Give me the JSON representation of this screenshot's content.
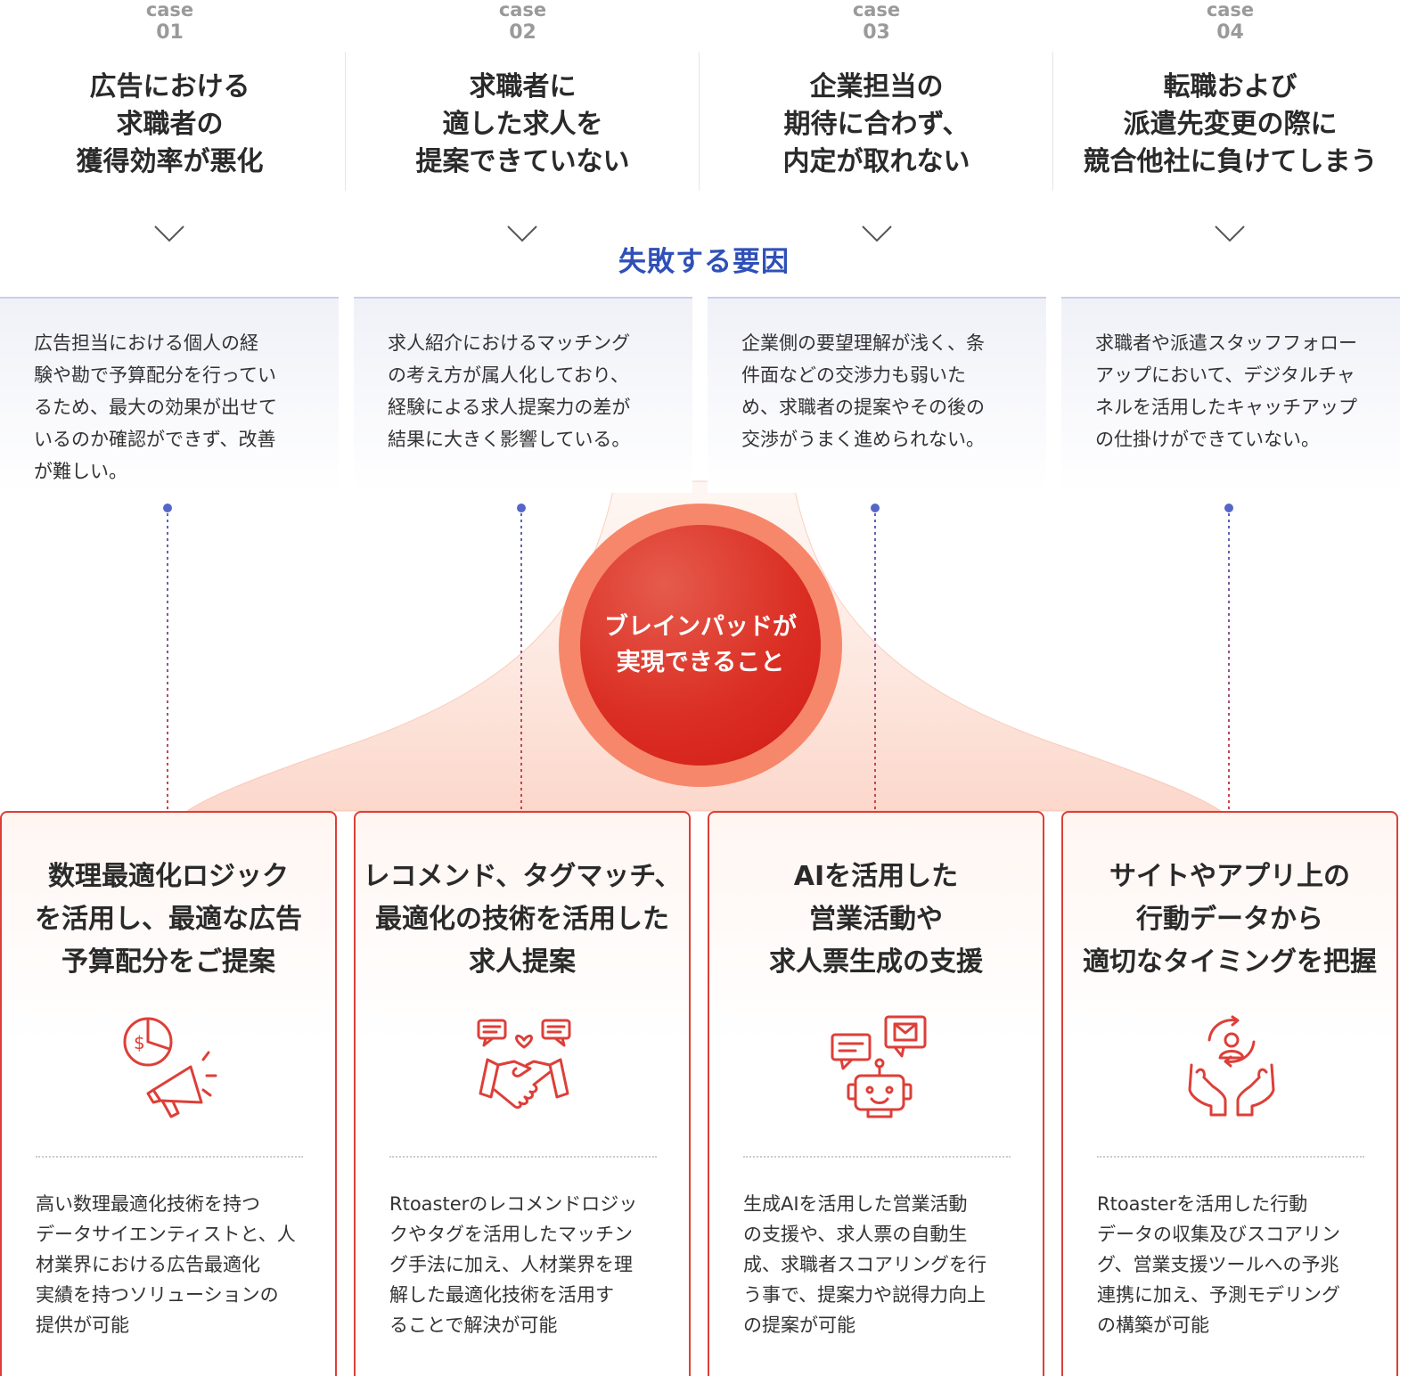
{
  "heading": "失敗する要因",
  "center": {
    "line1": "ブレインパッドが",
    "line2": "実現できること"
  },
  "colors": {
    "accent_red": "#dd3f38",
    "accent_blue": "#2f50b8",
    "dot_blue": "#5566c8"
  },
  "columns": [
    {
      "case_label": "case",
      "case_num": "01",
      "title": [
        "広告における",
        "求職者の",
        "獲得効率が悪化"
      ],
      "cause": [
        "広告担当における個人の経",
        "験や勘で予算配分を行ってい",
        "るため、最大の効果が出せて",
        "いるのか確認ができず、改善",
        "が難しい。"
      ],
      "solution_title": [
        "数理最適化ロジック",
        "を活用し、最適な広告",
        "予算配分をご提案"
      ],
      "solution_icon": "megaphone-dollar-icon",
      "solution_text": [
        "高い数理最適化技術を持つ",
        "データサイエンティストと、人",
        "材業界における広告最適化",
        "実績を持つソリューションの",
        "提供が可能"
      ]
    },
    {
      "case_label": "case",
      "case_num": "02",
      "title": [
        "求職者に",
        "適した求人を",
        "提案できていない"
      ],
      "cause": [
        "求人紹介におけるマッチング",
        "の考え方が属人化しており、",
        "経験による求人提案力の差が",
        "結果に大きく影響している。"
      ],
      "solution_title": [
        "レコメンド、タグマッチ、",
        "最適化の技術を活用した",
        "求人提案"
      ],
      "solution_icon": "handshake-icon",
      "solution_text": [
        "Rtoasterのレコメンドロジッ",
        "クやタグを活用したマッチン",
        "グ手法に加え、人材業界を理",
        "解した最適化技術を活用す",
        "ることで解決が可能"
      ]
    },
    {
      "case_label": "case",
      "case_num": "03",
      "title": [
        "企業担当の",
        "期待に合わず、",
        "内定が取れない"
      ],
      "cause": [
        "企業側の要望理解が浅く、条",
        "件面などの交渉力も弱いた",
        "め、求職者の提案やその後の",
        "交渉がうまく進められない。"
      ],
      "solution_title": [
        "AIを活用した",
        "営業活動や",
        "求人票生成の支援"
      ],
      "solution_icon": "robot-chat-icon",
      "solution_text": [
        "生成AIを活用した営業活動",
        "の支援や、求人票の自動生",
        "成、求職者スコアリングを行",
        "う事で、提案力や説得力向上",
        "の提案が可能"
      ]
    },
    {
      "case_label": "case",
      "case_num": "04",
      "title": [
        "転職および",
        "派遣先変更の際に",
        "競合他社に負けてしまう"
      ],
      "cause": [
        "求職者や派遣スタッフフォロー",
        "アップにおいて、デジタルチャ",
        "ネルを活用したキャッチアップ",
        "の仕掛けができていない。"
      ],
      "solution_title": [
        "サイトやアプリ上の",
        "行動データから",
        "適切なタイミングを把握"
      ],
      "solution_icon": "hands-person-cycle-icon",
      "solution_text": [
        "Rtoasterを活用した行動",
        "データの収集及びスコアリン",
        "グ、営業支援ツールへの予兆",
        "連携に加え、予測モデリング",
        "の構築が可能"
      ]
    }
  ]
}
